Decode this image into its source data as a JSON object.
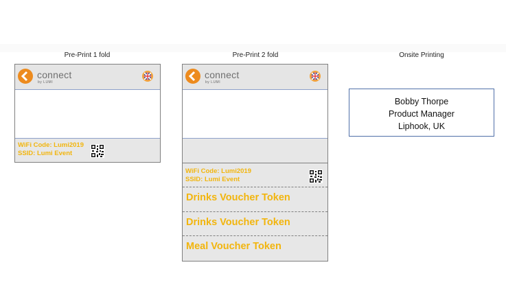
{
  "columns": {
    "col1_title": "Pre-Print 1 fold",
    "col2_title": "Pre-Print 2 fold",
    "col3_title": "Onsite Printing"
  },
  "card": {
    "brand_name": "connect",
    "brand_sub": "by LUMI",
    "logo_icon": "lumi-chevron-icon",
    "flag_icon": "uk-flag-icon",
    "qr_icon": "qr-code-icon",
    "wifi_code": "WiFi Code: Lumi2019",
    "ssid": "SSID: Lumi Event"
  },
  "tokens": [
    "Drinks Voucher Token",
    "Drinks Voucher Token",
    "Meal Voucher Token"
  ],
  "onsite": {
    "name": "Bobby Thorpe",
    "title": "Product Manager",
    "location": "Liphook, UK"
  },
  "colors": {
    "accent_yellow": "#f2b50d",
    "logo_orange": "#ed8b1e",
    "card_grey": "#e7e7e7",
    "border_blue": "#4f6fa8"
  }
}
